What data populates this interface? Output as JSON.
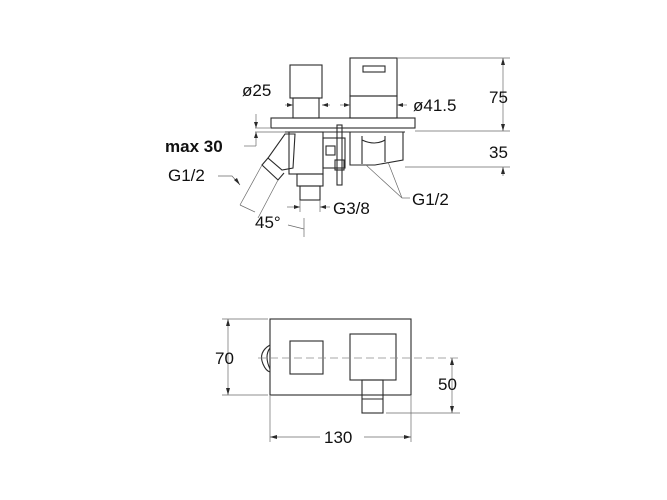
{
  "drawing": {
    "side_view": {
      "labels": {
        "d25": "ø25",
        "d41_5": "ø41.5",
        "h75": "75",
        "h35": "35",
        "max30": "max 30",
        "g12_left": "G1/2",
        "g38": "G3/8",
        "angle45": "45°",
        "g12_right": "G1/2"
      }
    },
    "front_view": {
      "labels": {
        "h70": "70",
        "h50": "50",
        "w130": "130"
      }
    }
  },
  "colors": {
    "line": "#2a2a2a",
    "dimension": "#6a6a6a",
    "background": "#ffffff"
  }
}
